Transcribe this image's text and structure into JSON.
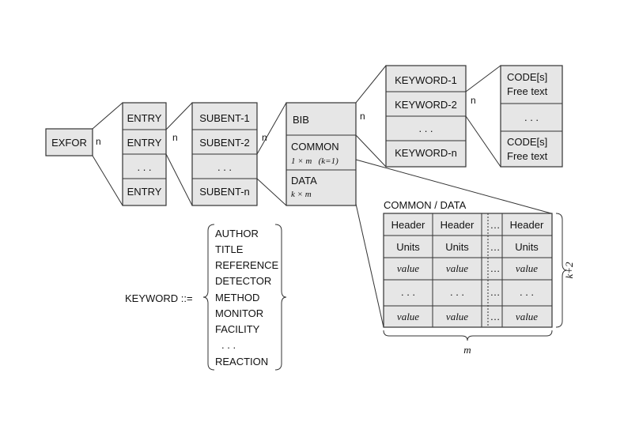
{
  "exfor": "EXFOR",
  "n": "n",
  "entries": [
    "ENTRY",
    "ENTRY",
    ". . .",
    "ENTRY"
  ],
  "subents": [
    "SUBENT-1",
    "SUBENT-2",
    ". . .",
    "SUBENT-n"
  ],
  "bib": "BIB",
  "common": {
    "label": "COMMON",
    "size": "1 × m   (k=1)"
  },
  "data": {
    "label": "DATA",
    "size": "k × m"
  },
  "keywords": [
    "KEYWORD-1",
    "KEYWORD-2",
    ". . .",
    "KEYWORD-n"
  ],
  "codes": [
    {
      "line1": "CODE[s]",
      "line2": "Free text"
    },
    {
      "line1": ". . .",
      "line2": ""
    },
    {
      "line1": "CODE[s]",
      "line2": "Free text"
    }
  ],
  "table": {
    "title": "COMMON / DATA",
    "rows": [
      [
        "Header",
        "Header",
        "…",
        "Header"
      ],
      [
        "Units",
        "Units",
        "…",
        "Units"
      ],
      [
        "value",
        "value",
        "…",
        "value"
      ],
      [
        ". . .",
        ". . .",
        "…",
        ". . ."
      ],
      [
        "value",
        "value",
        "…",
        "value"
      ]
    ],
    "k_label": "k+2",
    "m_label": "m"
  },
  "keyword_def": {
    "lhs": "KEYWORD ::=",
    "items": [
      "AUTHOR",
      "TITLE",
      "REFERENCE",
      "DETECTOR",
      "METHOD",
      "MONITOR",
      "FACILITY",
      ". . .",
      "REACTION"
    ]
  }
}
